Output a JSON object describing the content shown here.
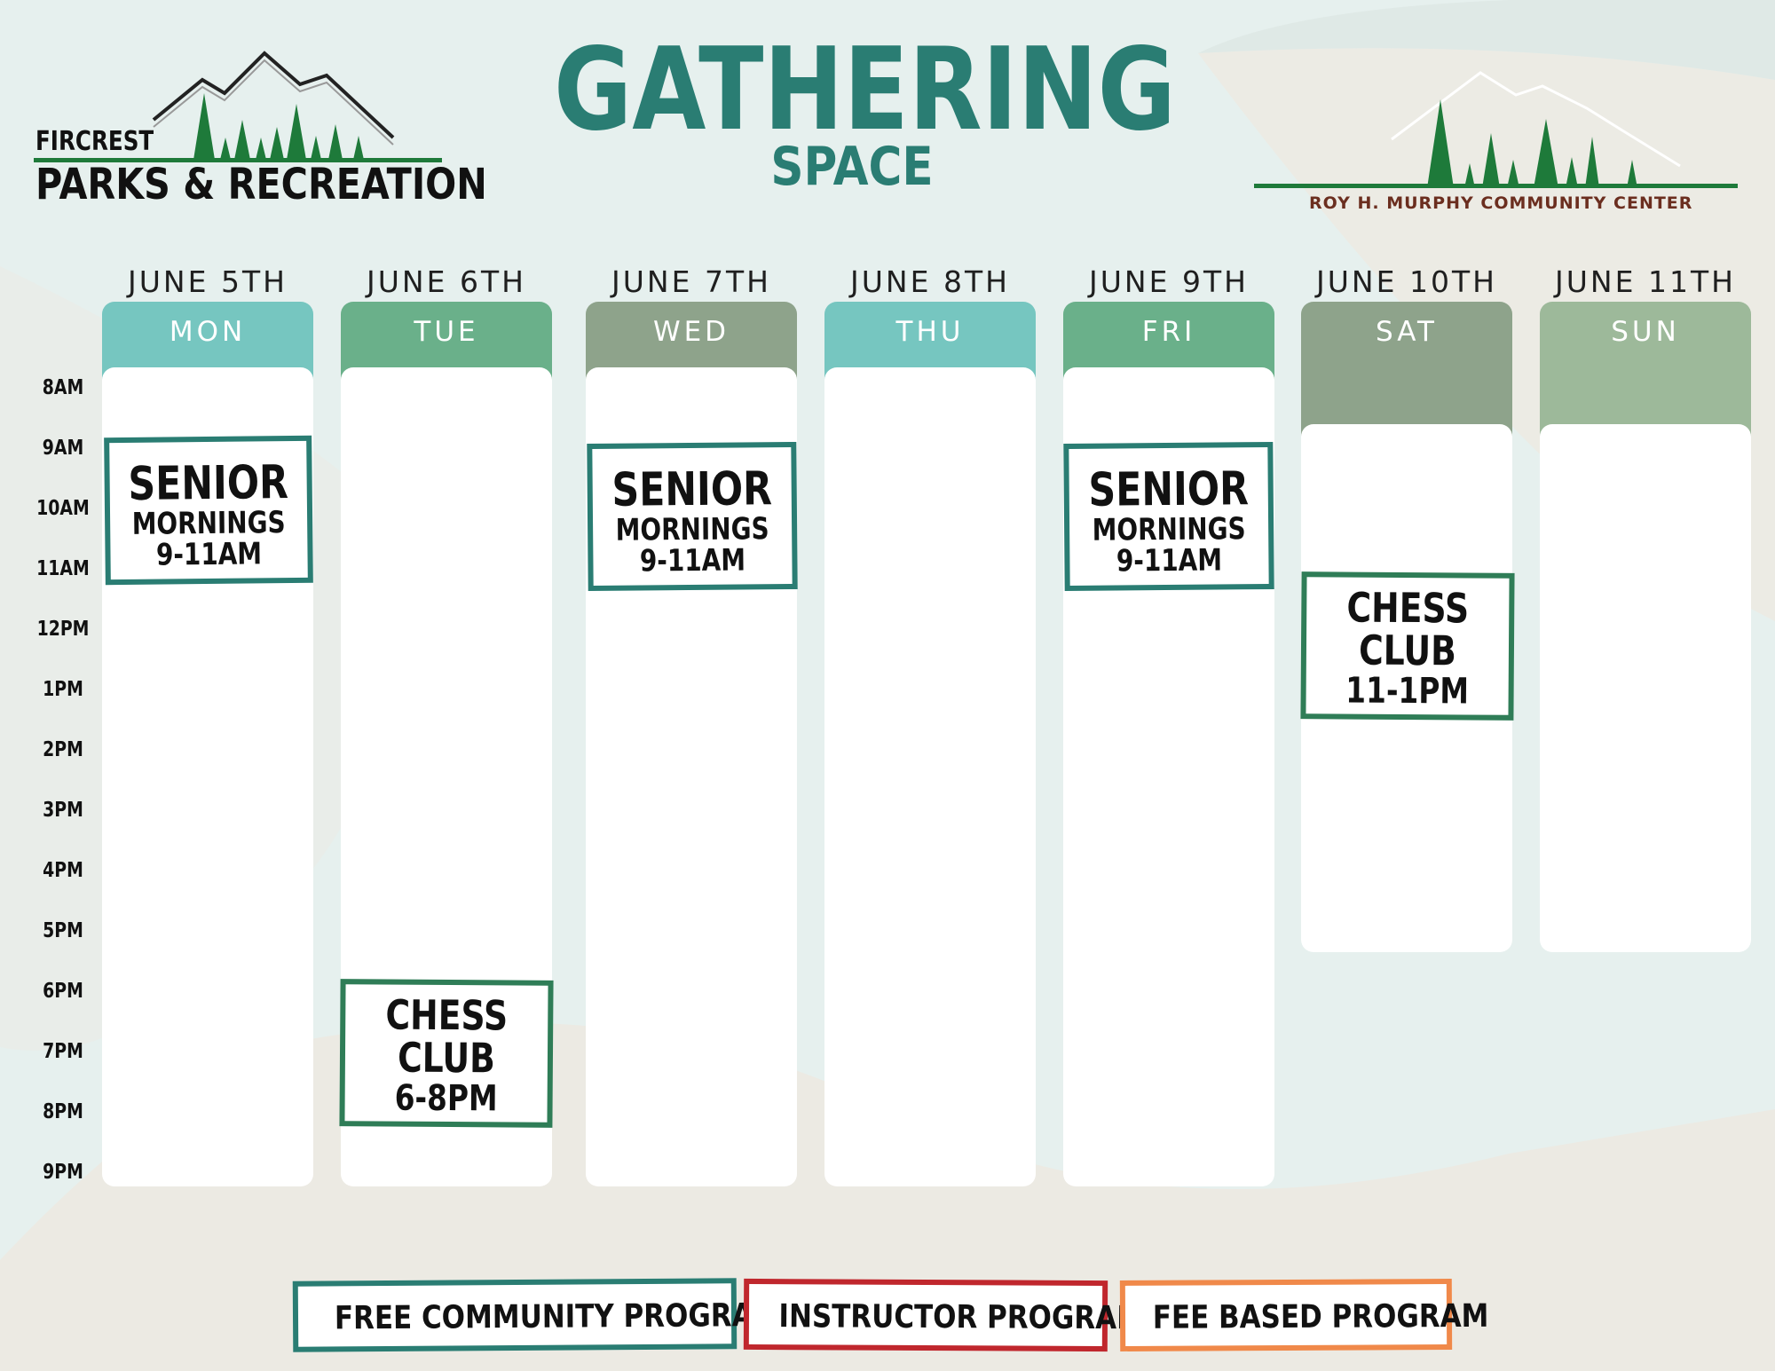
{
  "header": {
    "title": "GATHERING",
    "subtitle": "SPACE",
    "left_logo": {
      "line1": "FIRCREST",
      "line2": "PARKS & RECREATION"
    },
    "right_logo": {
      "text": "ROY H. MURPHY COMMUNITY CENTER"
    }
  },
  "days": [
    {
      "date": "JUNE 5TH",
      "day": "MON",
      "color": "#76c6c0"
    },
    {
      "date": "JUNE 6TH",
      "day": "TUE",
      "color": "#6ab08a"
    },
    {
      "date": "JUNE 7TH",
      "day": "WED",
      "color": "#8ea38b"
    },
    {
      "date": "JUNE 8TH",
      "day": "THU",
      "color": "#76c6c0"
    },
    {
      "date": "JUNE 9TH",
      "day": "FRI",
      "color": "#6ab08a"
    },
    {
      "date": "JUNE 10TH",
      "day": "SAT",
      "color": "#8ea38b"
    },
    {
      "date": "JUNE 11TH",
      "day": "SUN",
      "color": "#9db99a"
    }
  ],
  "times": [
    "8AM",
    "9AM",
    "10AM",
    "11AM",
    "12PM",
    "1PM",
    "2PM",
    "3PM",
    "4PM",
    "5PM",
    "6PM",
    "7PM",
    "8PM",
    "9PM"
  ],
  "events": {
    "mon": {
      "line1": "SENIOR",
      "line2": "MORNINGS",
      "line3": "9-11AM"
    },
    "tue": {
      "line1": "CHESS",
      "line2": "CLUB",
      "line3": "6-8PM"
    },
    "wed": {
      "line1": "SENIOR",
      "line2": "MORNINGS",
      "line3": "9-11AM"
    },
    "fri": {
      "line1": "SENIOR",
      "line2": "MORNINGS",
      "line3": "9-11AM"
    },
    "sat": {
      "line1": "CHESS",
      "line2": "CLUB",
      "line3": "11-1PM"
    }
  },
  "legend": {
    "free": "FREE COMMUNITY PROGRAM",
    "instructor": "INSTRUCTOR PROGRAM",
    "fee": "FEE BASED PROGRAM"
  },
  "colors": {
    "title": "#2a7d73",
    "free_border": "#2a7d73",
    "instructor_border": "#c0272d",
    "fee_border": "#f0894a",
    "logo_brown": "#6b2e1f",
    "tree_green": "#1e7a3a"
  }
}
